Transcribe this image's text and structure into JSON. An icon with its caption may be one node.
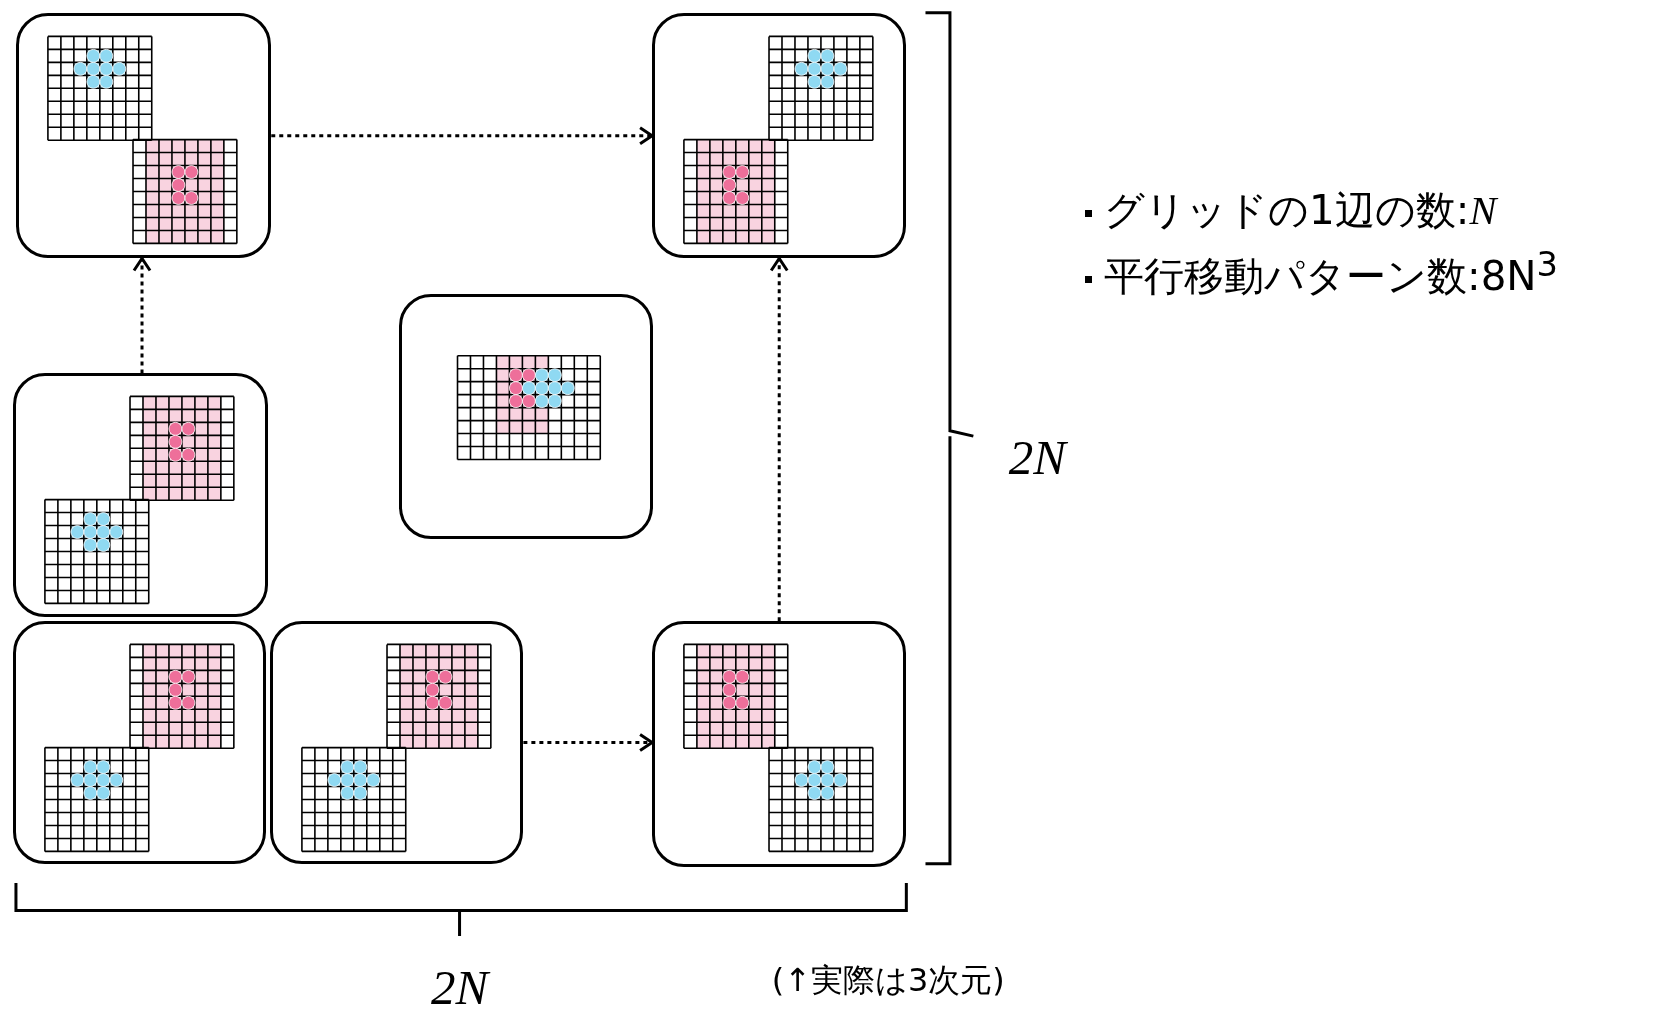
{
  "diagram": {
    "nodes": [
      {
        "text": [],
        "shape": "box"
      },
      {
        "text": [],
        "shape": "box"
      },
      {
        "text": [],
        "shape": "box"
      },
      {
        "text": [],
        "shape": "box"
      },
      {
        "text": [],
        "shape": "box"
      },
      {
        "text": [],
        "shape": "box"
      },
      {
        "text": [],
        "shape": "box"
      }
    ],
    "edges": [
      {
        "from": 0,
        "to": 1,
        "arrow": "to",
        "style": "dashed"
      },
      {
        "from": 3,
        "to": 0,
        "arrow": "to",
        "style": "dashed"
      },
      {
        "from": 5,
        "to": 6,
        "arrow": "to",
        "style": "dashed"
      },
      {
        "from": 6,
        "to": 1,
        "arrow": "to",
        "style": "dashed"
      }
    ],
    "labels": [
      "グリッドの1辺の数:*N*",
      "平行移動パターン数:8N$^{3}$",
      "2N",
      "2N",
      "(↑実際は3次元)"
    ]
  }
}
